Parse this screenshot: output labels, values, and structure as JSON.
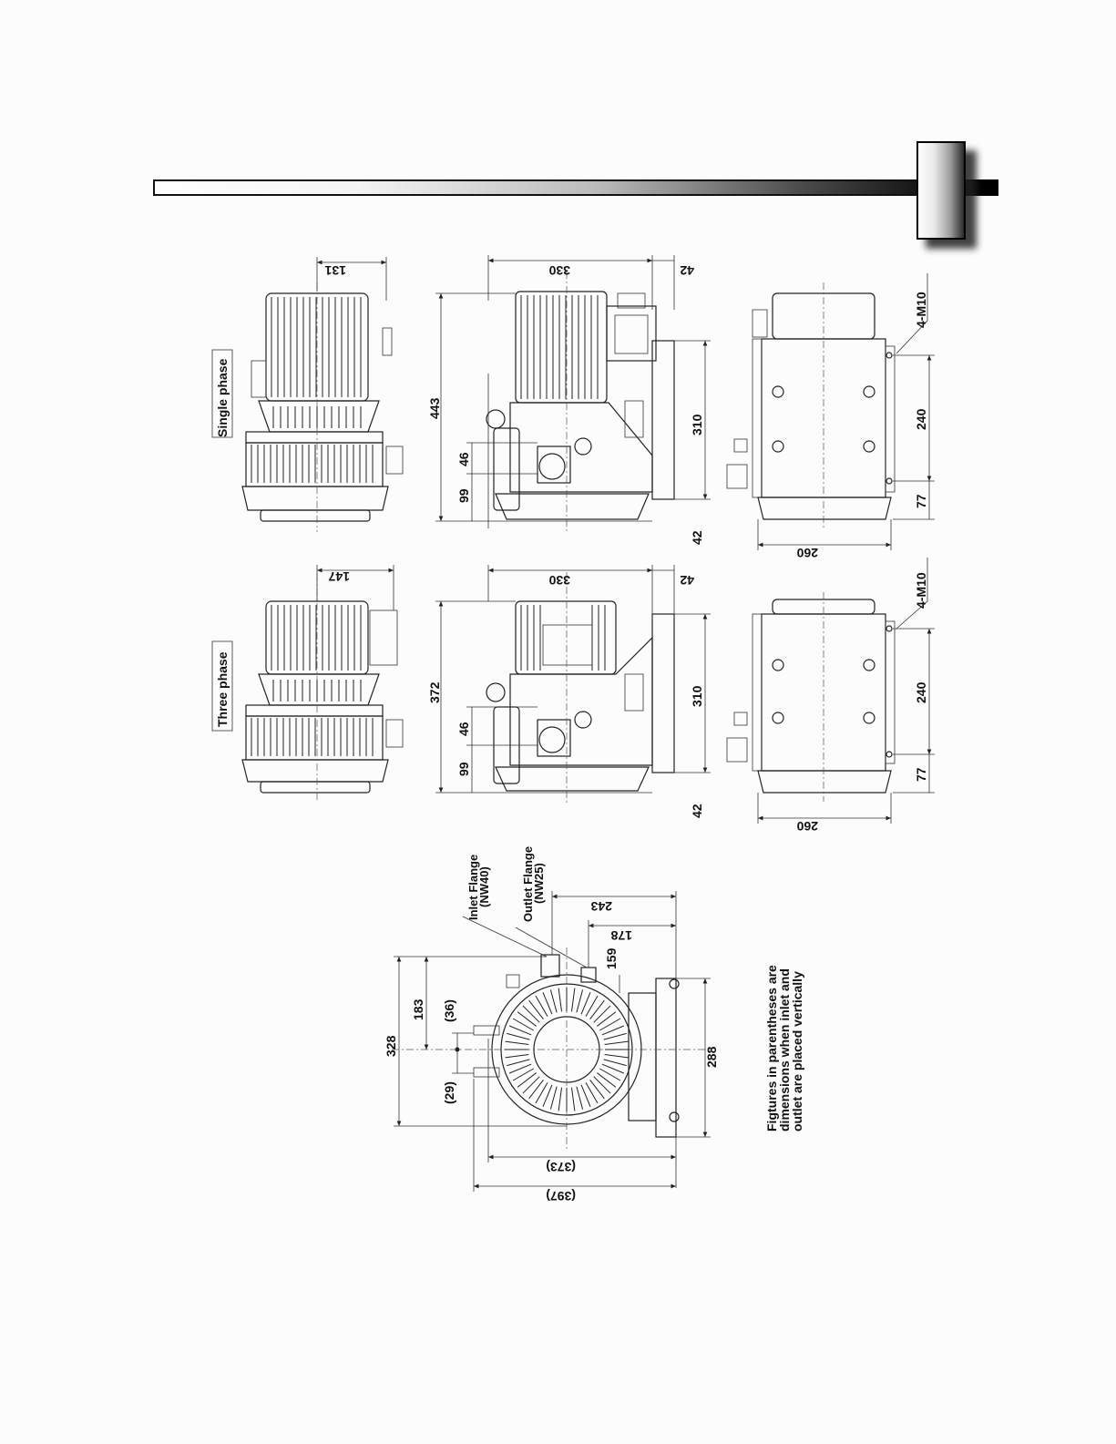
{
  "labels": {
    "single_phase": "Single phase",
    "three_phase": "Three phase",
    "inlet_flange": "Inlet Flange",
    "inlet_flange_size": "(NW40)",
    "outlet_flange": "Outlet Flange",
    "outlet_flange_size": "(NW25)",
    "footnote_line1": "Figtures in parentheses are",
    "footnote_line2": "dimensions when inlet and",
    "footnote_line3": "outlet are placed vertically"
  },
  "single_phase": {
    "dim_131": "131",
    "dim_330": "330",
    "dim_42_top": "42",
    "dim_443": "443",
    "dim_46": "46",
    "dim_99": "99",
    "dim_310": "310",
    "dim_42_bottom": "42",
    "dim_240": "240",
    "dim_77": "77",
    "dim_260": "260",
    "dim_4m10": "4-M10"
  },
  "three_phase": {
    "dim_147": "147",
    "dim_330": "330",
    "dim_42_top": "42",
    "dim_372": "372",
    "dim_46": "46",
    "dim_99": "99",
    "dim_310": "310",
    "dim_42_bottom": "42",
    "dim_240": "240",
    "dim_77": "77",
    "dim_260": "260",
    "dim_4m10": "4-M10"
  },
  "front_view": {
    "dim_243": "243",
    "dim_178": "178",
    "dim_159": "159",
    "dim_328": "328",
    "dim_183": "183",
    "dim_36": "(36)",
    "dim_29": "(29)",
    "dim_288": "288",
    "dim_373": "(373)",
    "dim_397": "(397)"
  }
}
